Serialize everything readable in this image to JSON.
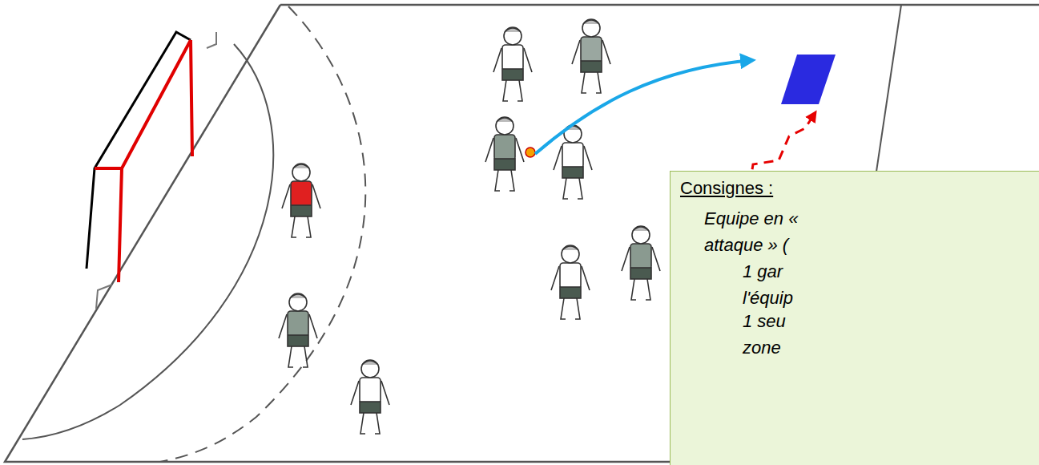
{
  "diagram": {
    "nodes": [
      {
        "text": [
          "Consignes :",
          "Equipe en « attaque » (",
          "1 gar l'équip",
          "1 seu zone"
        ]
      }
    ]
  }
}
